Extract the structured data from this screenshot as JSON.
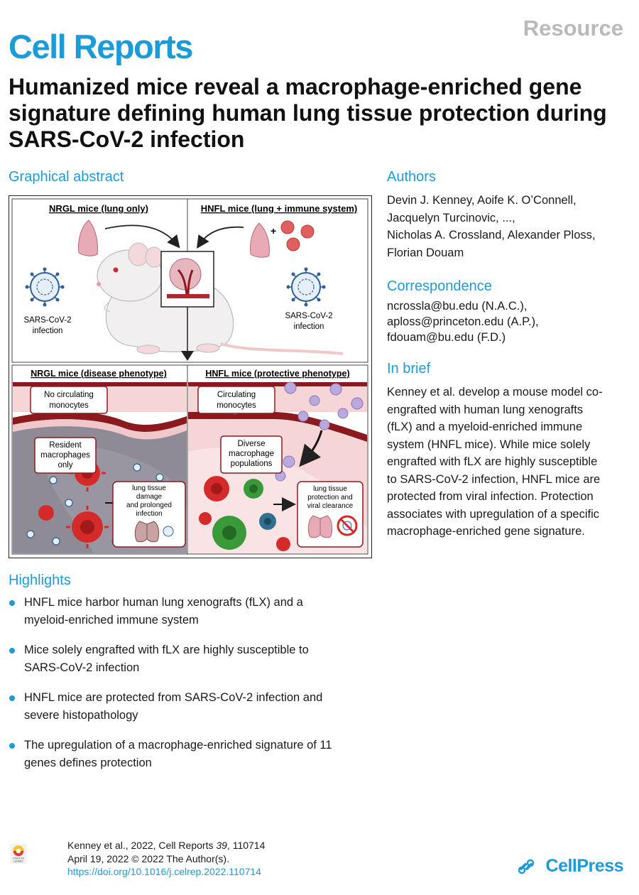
{
  "header": {
    "journal": "Cell Reports",
    "article_type": "Resource",
    "title": "Humanized mice reveal a macrophage-enriched gene signature defining human lung tissue protection during SARS-CoV-2 infection"
  },
  "graphical_abstract": {
    "heading": "Graphical abstract",
    "top_left_title": "NRGL mice (lung only)",
    "top_right_title": "HNFL mice (lung + immune system)",
    "virus_label_left": [
      "SARS-CoV-2",
      "infection"
    ],
    "virus_label_right": [
      "SARS-CoV-2",
      "infection"
    ],
    "bottom_left_title": "NRGL mice (disease phenotype)",
    "bottom_right_title": "HNFL mice (protective phenotype)",
    "left_box1": [
      "No circulating",
      "monocytes"
    ],
    "left_box2": [
      "Resident",
      "macrophages",
      "only"
    ],
    "left_box3": [
      "lung  tissue",
      "damage",
      "and prolonged",
      "infection"
    ],
    "right_box1": [
      "Circulating",
      "monocytes"
    ],
    "right_box2": [
      "Diverse",
      "macrophage",
      "populations"
    ],
    "right_box3": [
      "lung tissue",
      "protection and",
      "viral clearance"
    ],
    "colors": {
      "vessel": "#8b1a1f",
      "tissue_left": "#8e8a96",
      "tissue_right": "#f6d5d6",
      "lung": "#e8aab4",
      "virus": "#2e5f9a",
      "macrophage_red": "#d42a2a",
      "macrophage_green": "#3a9a3a",
      "macrophage_teal": "#2f6f8f",
      "monocyte": "#b9a9dc"
    }
  },
  "authors": {
    "heading": "Authors",
    "lines": [
      "Devin J. Kenney, Aoife K. O’Connell,",
      "Jacquelyn Turcinovic, ...,",
      "Nicholas A. Crossland, Alexander Ploss,",
      "Florian Douam"
    ]
  },
  "correspondence": {
    "heading": "Correspondence",
    "lines": [
      "ncrossla@bu.edu (N.A.C.),",
      "aploss@princeton.edu (A.P.),",
      "fdouam@bu.edu (F.D.)"
    ]
  },
  "in_brief": {
    "heading": "In brief",
    "lines": [
      "Kenney et al. develop a mouse model co-",
      "engrafted with human lung xenografts",
      "(fLX) and a myeloid-enriched immune",
      "system (HNFL mice). While mice solely",
      "engrafted with fLX are highly susceptible",
      "to SARS-CoV-2 infection, HNFL mice are",
      "protected from viral infection. Protection",
      "associates with upregulation of a specific",
      "macrophage-enriched gene signature."
    ]
  },
  "highlights": {
    "heading": "Highlights",
    "items": [
      [
        "HNFL mice harbor human lung xenografts (fLX) and a",
        "myeloid-enriched immune system"
      ],
      [
        "Mice solely engrafted with fLX are highly susceptible to",
        "SARS-CoV-2 infection"
      ],
      [
        "HNFL mice are protected from SARS-CoV-2 infection and",
        "severe histopathology"
      ],
      [
        "The upregulation of a macrophage-enriched signature of 11",
        "genes defines protection"
      ]
    ]
  },
  "footer": {
    "citation_prefix": "Kenney et al., 2022, Cell Reports ",
    "citation_volume": "39",
    "citation_suffix": ", 110714",
    "date_line": "April 19, 2022 © 2022 The Author(s).",
    "doi": "https://doi.org/10.1016/j.celrep.2022.110714",
    "crossmark_text": [
      "Check for",
      "updates"
    ],
    "publisher": "CellPress",
    "crossmark_icon": "crossmark-icon",
    "publisher_icon": "cellpress-icon"
  }
}
